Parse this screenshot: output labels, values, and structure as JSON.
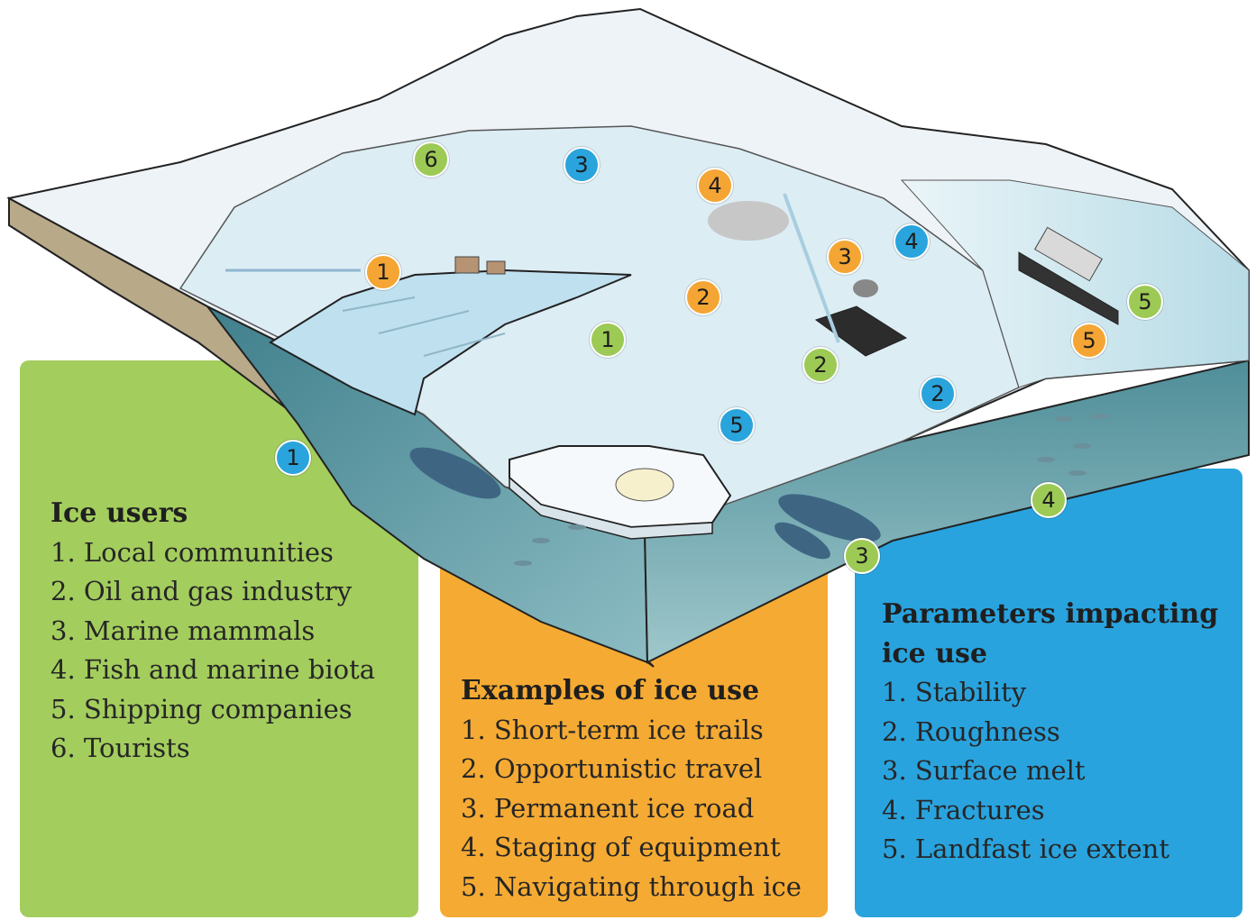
{
  "colors": {
    "ice_users": "#a3cd5d",
    "examples_of_ice_use": "#f5aa33",
    "parameters": "#29a3de",
    "sea_ice": "#e6f3f9",
    "seawater": "#5a9aa4",
    "land": "#b8a989"
  },
  "ice_users": {
    "title": "Ice users",
    "items": [
      "1. Local communities",
      "2. Oil and gas industry",
      "3. Marine mammals",
      "4. Fish and marine biota",
      "5. Shipping companies",
      "6. Tourists"
    ]
  },
  "examples_of_ice_use": {
    "title": "Examples of ice use",
    "items": [
      "1. Short-term ice trails",
      "2. Opportunistic travel",
      "3. Permanent ice road",
      "4. Staging of equipment",
      "5. Navigating through ice"
    ]
  },
  "parameters": {
    "title": "Parameters impacting ice use",
    "items": [
      "1. Stability",
      "2. Roughness",
      "3. Surface melt",
      "4. Fractures",
      "5. Landfast ice extent"
    ]
  },
  "markers": {
    "green": [
      "6",
      "1",
      "2",
      "3",
      "4",
      "5"
    ],
    "orange": [
      "1",
      "2",
      "3",
      "4",
      "5"
    ],
    "blue": [
      "1",
      "2",
      "3",
      "4",
      "5"
    ]
  }
}
